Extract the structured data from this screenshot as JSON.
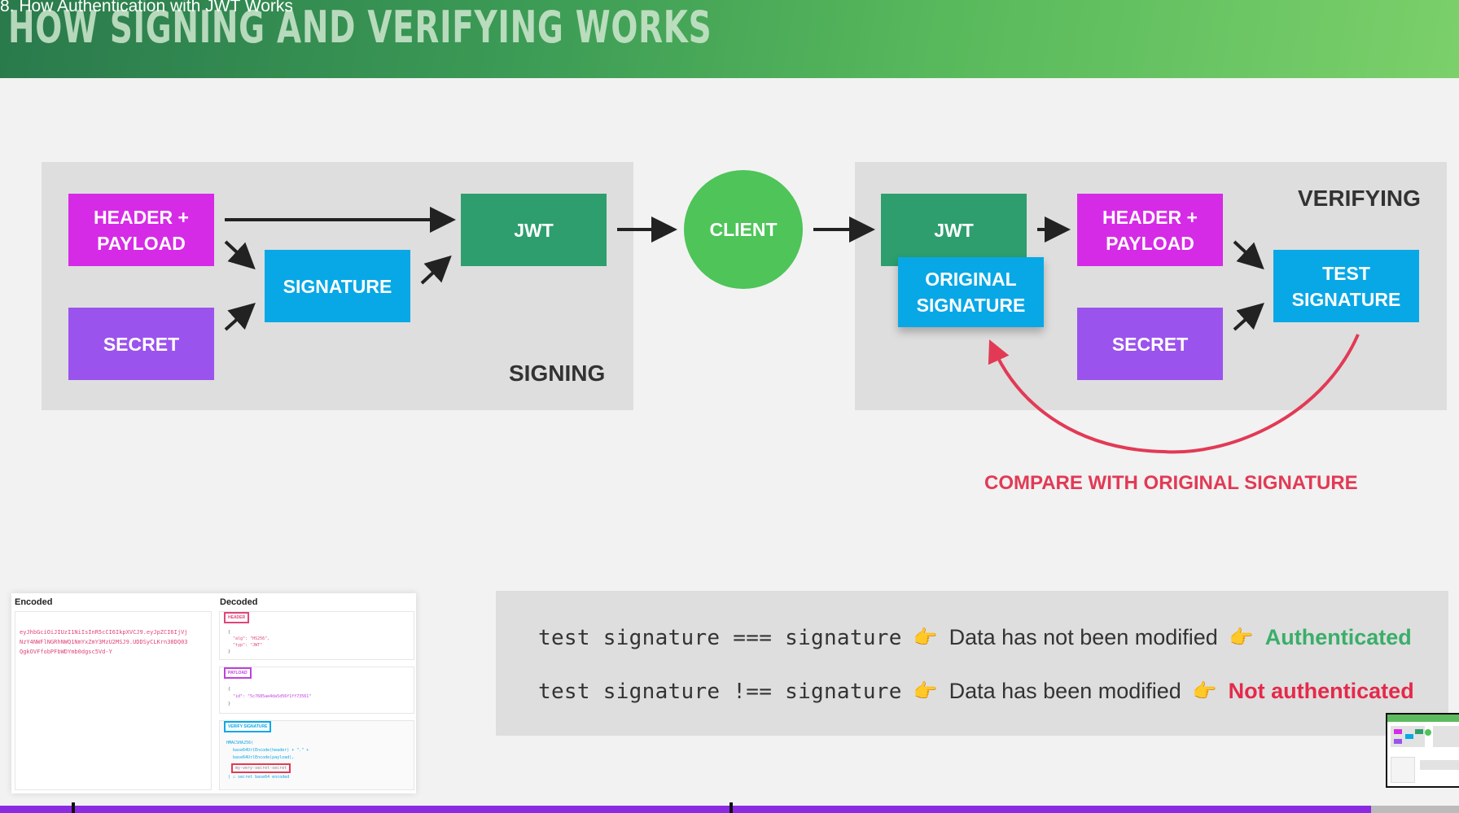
{
  "video": {
    "title": "8. How Authentication with JWT Works",
    "progress": 0.94
  },
  "slide": {
    "heading": "HOW SIGNING AND VERIFYING WORKS",
    "signing": {
      "label": "SIGNING",
      "header_payload": "HEADER +\nPAYLOAD",
      "secret": "SECRET",
      "signature": "SIGNATURE",
      "jwt": "JWT"
    },
    "client": "CLIENT",
    "verifying": {
      "label": "VERIFYING",
      "jwt": "JWT",
      "original_signature": "ORIGINAL\nSIGNATURE",
      "header_payload": "HEADER +\nPAYLOAD",
      "secret": "SECRET",
      "test_signature": "TEST\nSIGNATURE"
    },
    "compare_label": "COMPARE WITH ORIGINAL SIGNATURE",
    "jwt_io": {
      "encoded_title": "Encoded",
      "decoded_title": "Decoded",
      "encoded_text": "eyJhbGciOiJIUzI1NiIsInR5cCI6IkpXVCJ9.eyJpZCI6IjVjNzY4NWFlNGRhNWQ1NmYxZmY3MzU2MSJ9.UDDSyCLKrn38DQ03QgkOVFfobPFbWDYmb0dgsc5Vd-Y",
      "header_tag": "HEADER",
      "payload_tag": "PAYLOAD",
      "verify_tag": "VERIFY SIGNATURE"
    },
    "formula": {
      "rows": [
        {
          "expr": "test signature === signature",
          "meaning": "Data has not been modified",
          "result": "Authenticated"
        },
        {
          "expr": "test signature !== signature",
          "meaning": "Data has been modified",
          "result": "Not authenticated"
        }
      ]
    }
  },
  "colors": {
    "magenta": "#d62be6",
    "purple": "#9b53ee",
    "cyan": "#08a8e6",
    "green": "#2e9e6e",
    "client": "#4ec459",
    "compare_red": "#e23a55",
    "progress": "#8a2be2"
  }
}
